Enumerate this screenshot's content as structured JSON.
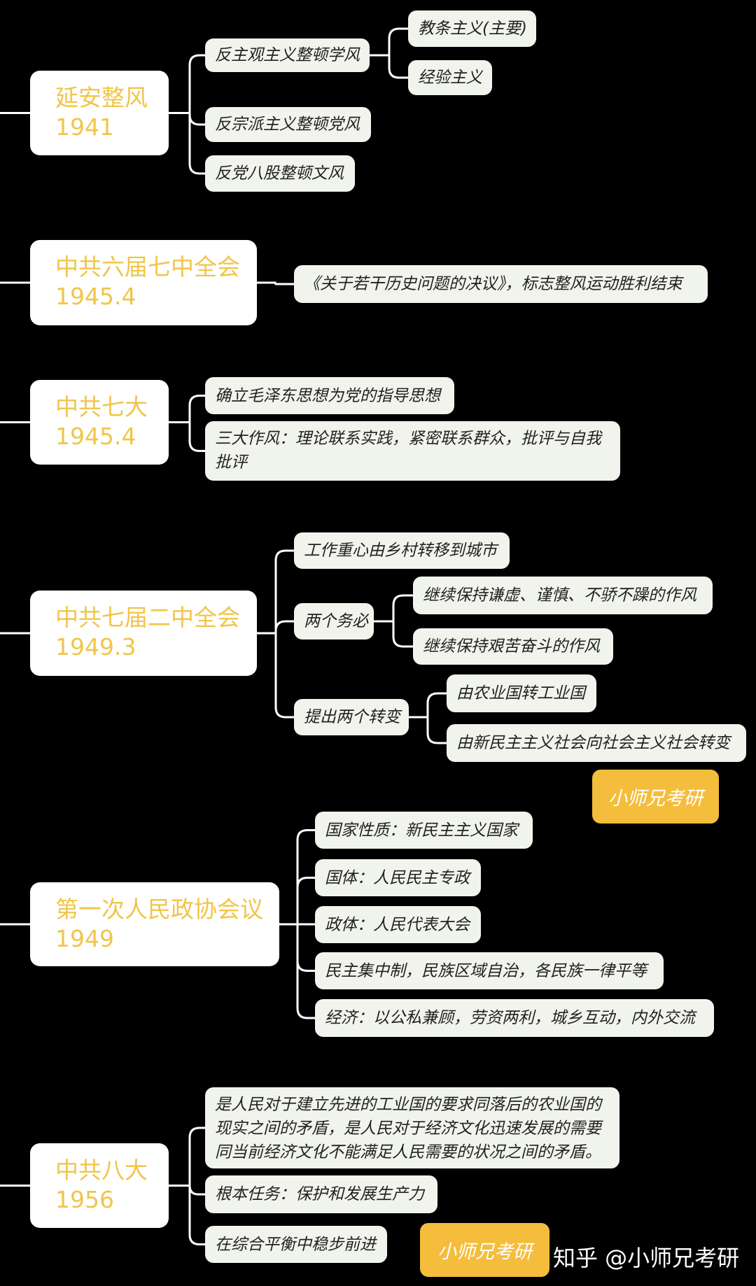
{
  "topics": [
    {
      "title": "延安整风",
      "date": "1941",
      "children": [
        {
          "label": "反主观主义整顿学风",
          "children": [
            "教条主义(主要)",
            "经验主义"
          ]
        },
        {
          "label": "反宗派主义整顿党风"
        },
        {
          "label": "反党八股整顿文风"
        }
      ]
    },
    {
      "title": "中共六届七中全会",
      "date": "1945.4",
      "children": [
        {
          "label": "《关于若干历史问题的决议》，标志整风运动胜利结束"
        }
      ]
    },
    {
      "title": "中共七大",
      "date": "1945.4",
      "children": [
        {
          "label": "确立毛泽东思想为党的指导思想"
        },
        {
          "label": "三大作风：理论联系实践，紧密联系群众，批评与自我批评"
        }
      ]
    },
    {
      "title": "中共七届二中全会",
      "date": "1949.3",
      "children": [
        {
          "label": "工作重心由乡村转移到城市"
        },
        {
          "label": "两个务必",
          "children": [
            "继续保持谦虚、谨慎、不骄不躁的作风",
            "继续保持艰苦奋斗的作风"
          ]
        },
        {
          "label": "提出两个转变",
          "children": [
            "由农业国转工业国",
            "由新民主主义社会向社会主义社会转变"
          ]
        }
      ]
    },
    {
      "title": "第一次人民政协会议",
      "date": "1949",
      "children": [
        {
          "label": "国家性质：新民主主义国家"
        },
        {
          "label": "国体：人民民主专政"
        },
        {
          "label": "政体：人民代表大会"
        },
        {
          "label": "民主集中制，民族区域自治，各民族一律平等"
        },
        {
          "label": "经济：以公私兼顾，劳资两利，城乡互动，内外交流"
        }
      ]
    },
    {
      "title": "中共八大",
      "date": "1956",
      "children": [
        {
          "label": "是人民对于建立先进的工业国的要求同落后的农业国的现实之间的矛盾，是人民对于经济文化迅速发展的需要同当前经济文化不能满足人民需要的状况之间的矛盾。"
        },
        {
          "label": "根本任务：保护和发展生产力"
        },
        {
          "label": "在综合平衡中稳步前进"
        }
      ]
    }
  ],
  "brand_label": "小师兄考研",
  "watermark": "知乎 @小师兄考研",
  "colors": {
    "background": "#000000",
    "title_text": "#f0c54a",
    "brand_bg": "#f5bd3c",
    "leaf_bg": "#f1f4ec",
    "connector": "#ffffff"
  }
}
